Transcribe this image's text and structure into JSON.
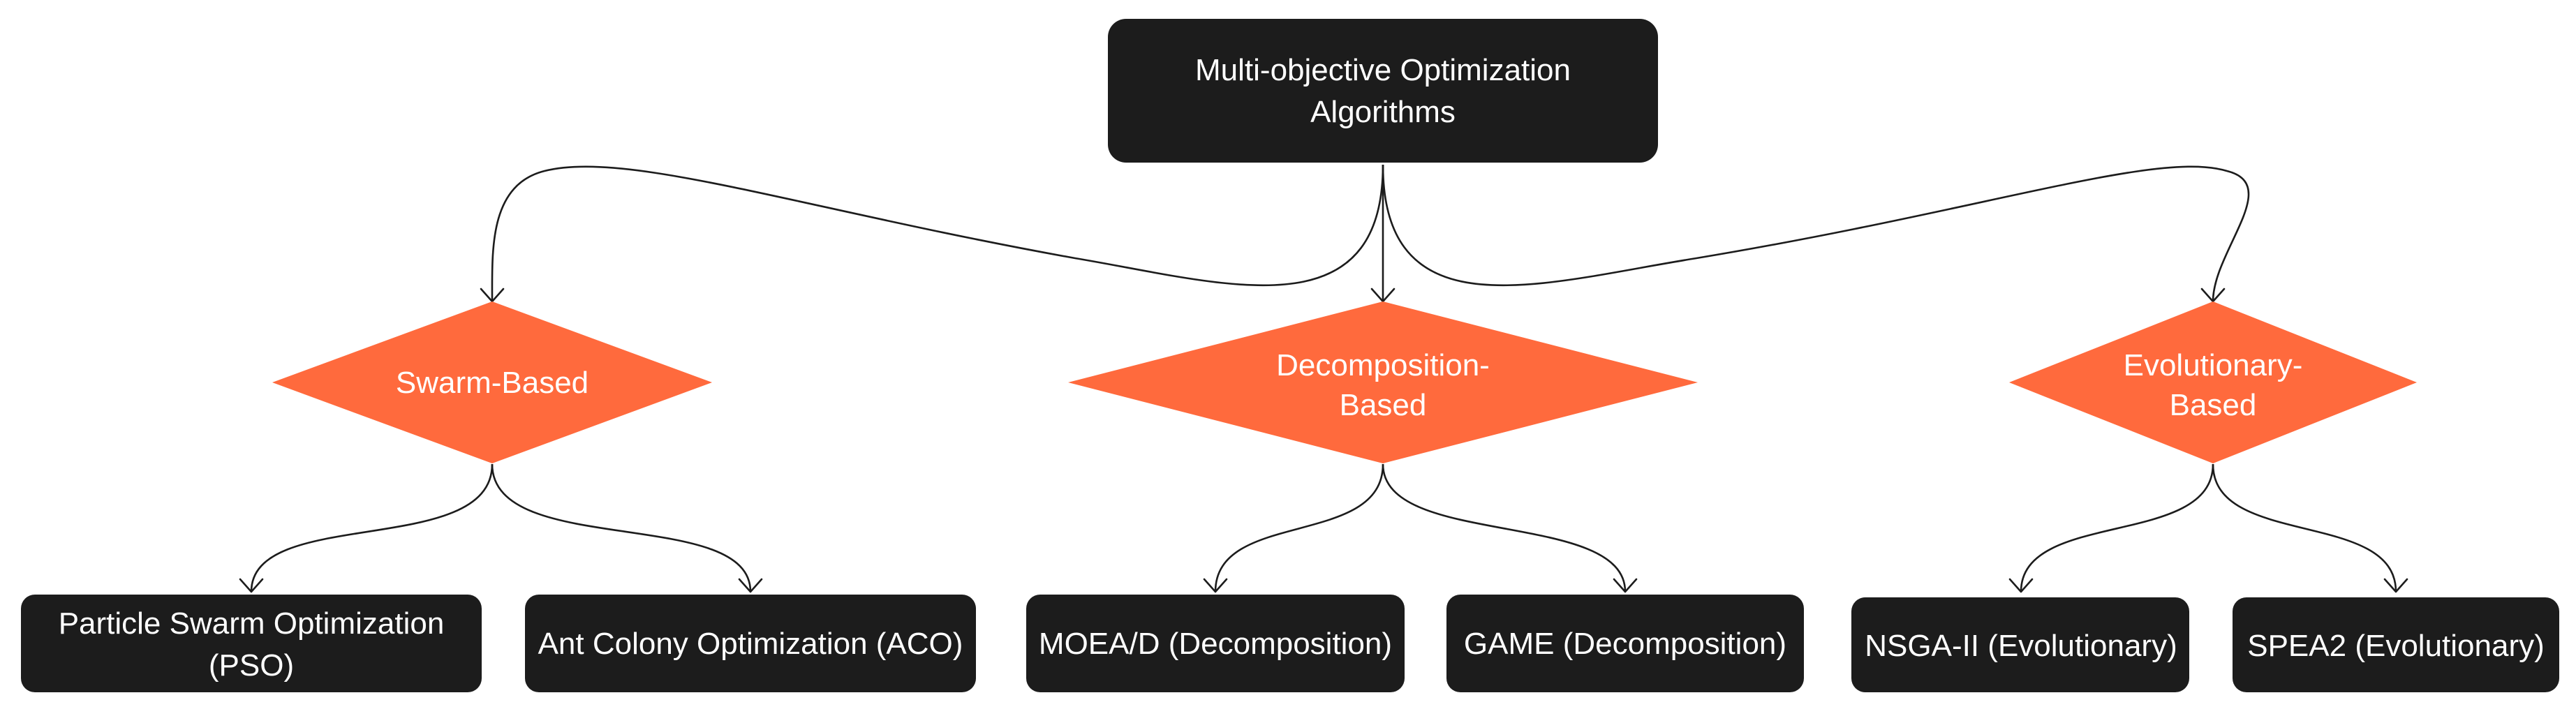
{
  "colors": {
    "box_fill": "#1c1c1c",
    "diamond_fill": "#ff6a3d",
    "text": "#ffffff",
    "edge": "#1c1c1c"
  },
  "root": {
    "line1": "Multi-objective Optimization",
    "line2": "Algorithms"
  },
  "categories": {
    "swarm": {
      "line1": "Swarm-Based"
    },
    "decomposition": {
      "line1": "Decomposition-",
      "line2": "Based"
    },
    "evolutionary": {
      "line1": "Evolutionary-",
      "line2": "Based"
    }
  },
  "leaves": {
    "pso": {
      "line1": "Particle Swarm Optimization",
      "line2": "(PSO)"
    },
    "aco": {
      "line1": "Ant Colony Optimization (ACO)"
    },
    "moead": {
      "line1": "MOEA/D (Decomposition)"
    },
    "game": {
      "line1": "GAME (Decomposition)"
    },
    "nsga2": {
      "line1": "NSGA-II (Evolutionary)"
    },
    "spea2": {
      "line1": "SPEA2 (Evolutionary)"
    }
  }
}
